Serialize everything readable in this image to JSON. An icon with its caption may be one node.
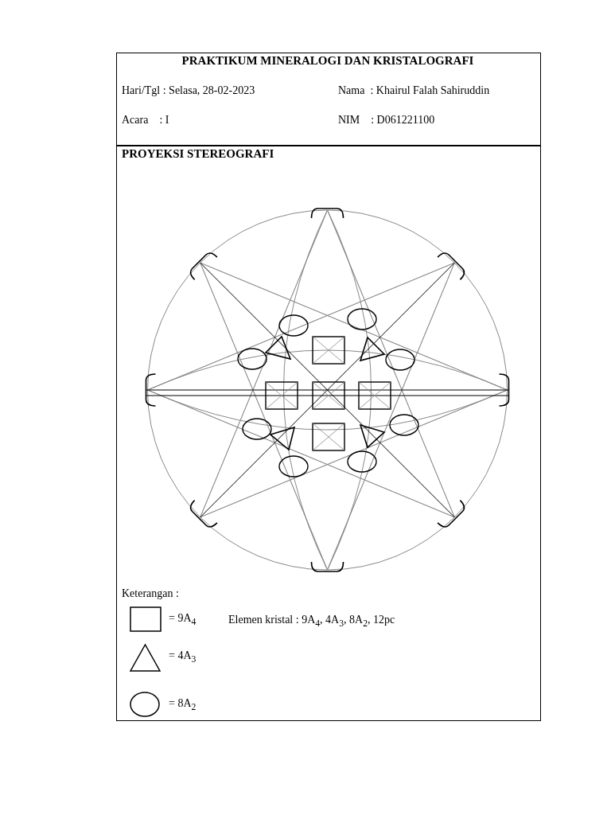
{
  "diagram": {
    "title": "PRAKTIKUM MINERALOGI DAN KRISTALOGRAFI",
    "labels": [
      "Hari/Tgl : Selasa, 28-02-2023",
      "Nama  : Khairul Falah Sahiruddin",
      "Acara    : I",
      "NIM    : D061221100",
      "PROYEKSI STEREOGRAFI",
      "Keterangan :",
      "Elemen kristal : 9A$_{4}$, 4A$_{3}$, 8A$_{2}$, 12pc"
    ],
    "legend": [
      {
        "text": "= 9A$_{4}$"
      },
      {
        "text": "= 4A$_{3}$"
      },
      {
        "text": "= 8A$_{2}$"
      }
    ]
  }
}
